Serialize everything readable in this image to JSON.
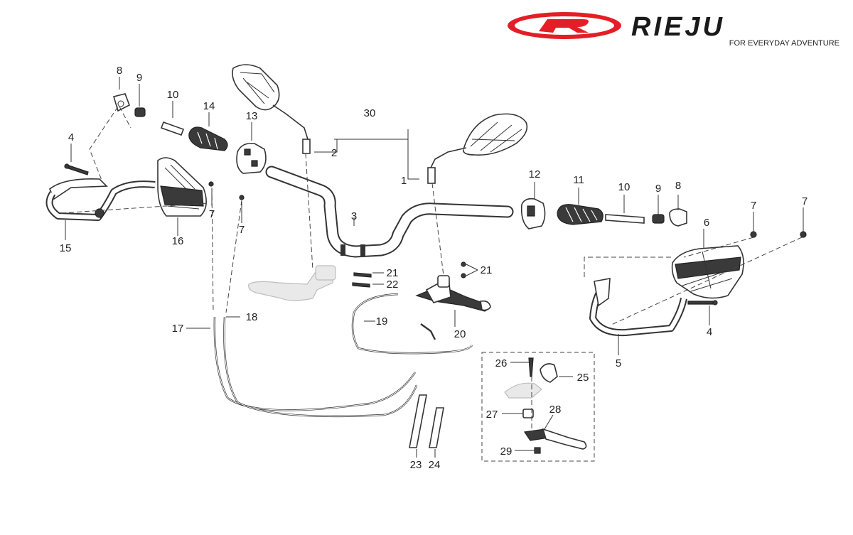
{
  "brand": {
    "name": "RIEJU",
    "tagline": "FOR EVERYDAY ADVENTURE",
    "logo_red": "#e41e26",
    "logo_dark": "#1a1a1a"
  },
  "callouts": [
    {
      "id": "c1",
      "label": "1"
    },
    {
      "id": "c2",
      "label": "2"
    },
    {
      "id": "c3",
      "label": "3"
    },
    {
      "id": "c4a",
      "label": "4"
    },
    {
      "id": "c4b",
      "label": "4"
    },
    {
      "id": "c5",
      "label": "5"
    },
    {
      "id": "c6",
      "label": "6"
    },
    {
      "id": "c7a",
      "label": "7"
    },
    {
      "id": "c7b",
      "label": "7"
    },
    {
      "id": "c7c",
      "label": "7"
    },
    {
      "id": "c7d",
      "label": "7"
    },
    {
      "id": "c8a",
      "label": "8"
    },
    {
      "id": "c8b",
      "label": "8"
    },
    {
      "id": "c9a",
      "label": "9"
    },
    {
      "id": "c9b",
      "label": "9"
    },
    {
      "id": "c10a",
      "label": "10"
    },
    {
      "id": "c10b",
      "label": "10"
    },
    {
      "id": "c11",
      "label": "11"
    },
    {
      "id": "c12",
      "label": "12"
    },
    {
      "id": "c13",
      "label": "13"
    },
    {
      "id": "c14",
      "label": "14"
    },
    {
      "id": "c15",
      "label": "15"
    },
    {
      "id": "c16",
      "label": "16"
    },
    {
      "id": "c17",
      "label": "17"
    },
    {
      "id": "c18",
      "label": "18"
    },
    {
      "id": "c19",
      "label": "19"
    },
    {
      "id": "c20",
      "label": "20"
    },
    {
      "id": "c21a",
      "label": "21"
    },
    {
      "id": "c21b",
      "label": "21"
    },
    {
      "id": "c22",
      "label": "22"
    },
    {
      "id": "c23",
      "label": "23"
    },
    {
      "id": "c24",
      "label": "24"
    },
    {
      "id": "c25",
      "label": "25"
    },
    {
      "id": "c26",
      "label": "26"
    },
    {
      "id": "c27",
      "label": "27"
    },
    {
      "id": "c28",
      "label": "28"
    },
    {
      "id": "c29",
      "label": "29"
    },
    {
      "id": "c30",
      "label": "30"
    }
  ]
}
